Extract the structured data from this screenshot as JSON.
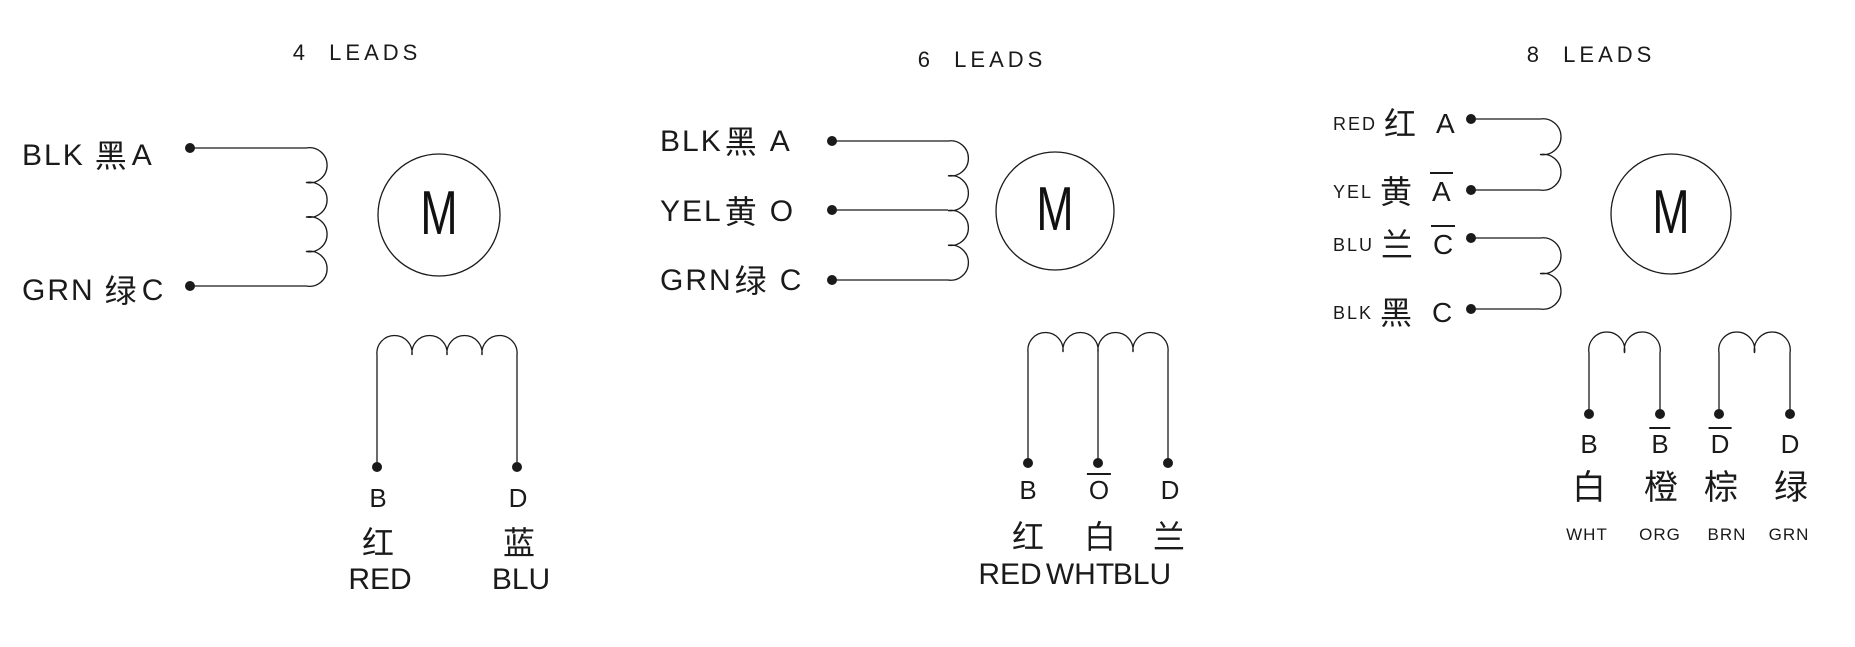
{
  "canvas": {
    "background": "#ffffff",
    "ink": "#1a1a1a"
  },
  "diagrams": [
    {
      "id": "4-leads",
      "title": "4  LEADS",
      "motor_label": "M",
      "leads": [
        {
          "code": "BLK",
          "cn": "黑",
          "terminal": "A",
          "overline": false
        },
        {
          "code": "GRN",
          "cn": "绿",
          "terminal": "C",
          "overline": false
        }
      ],
      "bottom_terminals": [
        {
          "terminal": "B",
          "overline": false,
          "cn": "红",
          "code": "RED"
        },
        {
          "terminal": "D",
          "overline": false,
          "cn": "蓝",
          "code": "BLU"
        }
      ]
    },
    {
      "id": "6-leads",
      "title": "6  LEADS",
      "motor_label": "M",
      "leads": [
        {
          "code": "BLK",
          "cn": "黑",
          "terminal": "A",
          "overline": false
        },
        {
          "code": "YEL",
          "cn": "黄",
          "terminal": "O",
          "overline": false
        },
        {
          "code": "GRN",
          "cn": "绿",
          "terminal": "C",
          "overline": false
        }
      ],
      "bottom_terminals": [
        {
          "terminal": "B",
          "overline": false,
          "cn": "红",
          "code": "RED"
        },
        {
          "terminal": "O",
          "overline": true,
          "cn": "白",
          "code": "WHT"
        },
        {
          "terminal": "D",
          "overline": false,
          "cn": "兰",
          "code": "BLU"
        }
      ]
    },
    {
      "id": "8-leads",
      "title": "8  LEADS",
      "motor_label": "M",
      "leads": [
        {
          "code": "RED",
          "cn": "红",
          "terminal": "A",
          "overline": false
        },
        {
          "code": "YEL",
          "cn": "黄",
          "terminal": "A",
          "overline": true
        },
        {
          "code": "BLU",
          "cn": "兰",
          "terminal": "C",
          "overline": true
        },
        {
          "code": "BLK",
          "cn": "黑",
          "terminal": "C",
          "overline": false
        }
      ],
      "bottom_terminals": [
        {
          "terminal": "B",
          "overline": false,
          "cn": "白",
          "code": "WHT"
        },
        {
          "terminal": "B",
          "overline": true,
          "cn": "橙",
          "code": "ORG"
        },
        {
          "terminal": "D",
          "overline": true,
          "cn": "棕",
          "code": "BRN"
        },
        {
          "terminal": "D",
          "overline": false,
          "cn": "绿",
          "code": "GRN"
        }
      ]
    }
  ]
}
